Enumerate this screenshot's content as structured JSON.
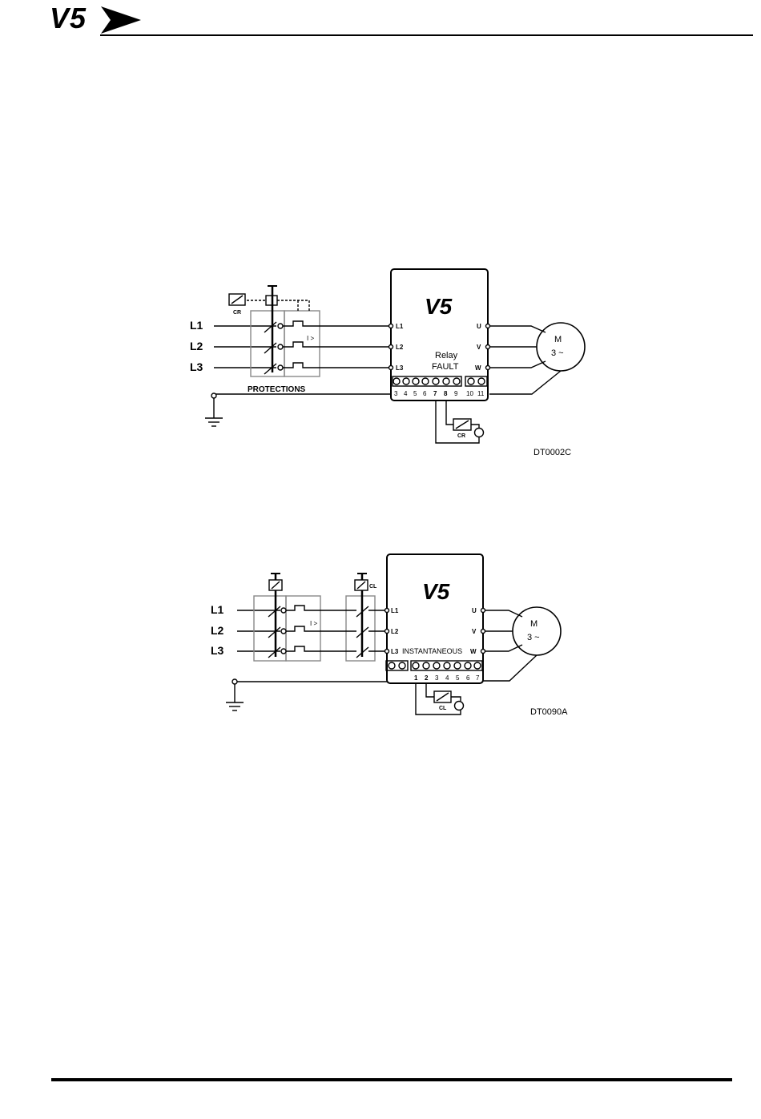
{
  "header": {
    "logo_text": "V5"
  },
  "diagram1": {
    "drive_title": "V5",
    "line_labels": [
      "L1",
      "L2",
      "L3"
    ],
    "input_terminals": [
      "L1",
      "L2",
      "L3"
    ],
    "output_terminals": [
      "U",
      "V",
      "W"
    ],
    "relay_label": "Relay",
    "fault_label": "FAULT",
    "terminal_numbers": [
      "3",
      "4",
      "5",
      "6",
      "7",
      "8",
      "9",
      "10",
      "11"
    ],
    "protections_label": "PROTECTIONS",
    "overcurrent_label": "I >",
    "contactor_label": "CR",
    "coil_label": "CR",
    "motor_label": "M",
    "motor_phase_label": "3 ~",
    "code": "DT0002C"
  },
  "diagram2": {
    "drive_title": "V5",
    "line_labels": [
      "L1",
      "L2",
      "L3"
    ],
    "input_terminals": [
      "L1",
      "L2",
      "L3"
    ],
    "output_terminals": [
      "U",
      "V",
      "W"
    ],
    "instantaneous_label": "INSTANTANEOUS",
    "terminal_numbers": [
      "1",
      "2",
      "3",
      "4",
      "5",
      "6",
      "7"
    ],
    "overcurrent_label": "I >",
    "contactor_label": "CL",
    "coil_label": "CL",
    "motor_label": "M",
    "motor_phase_label": "3 ~",
    "code": "DT0090A"
  }
}
